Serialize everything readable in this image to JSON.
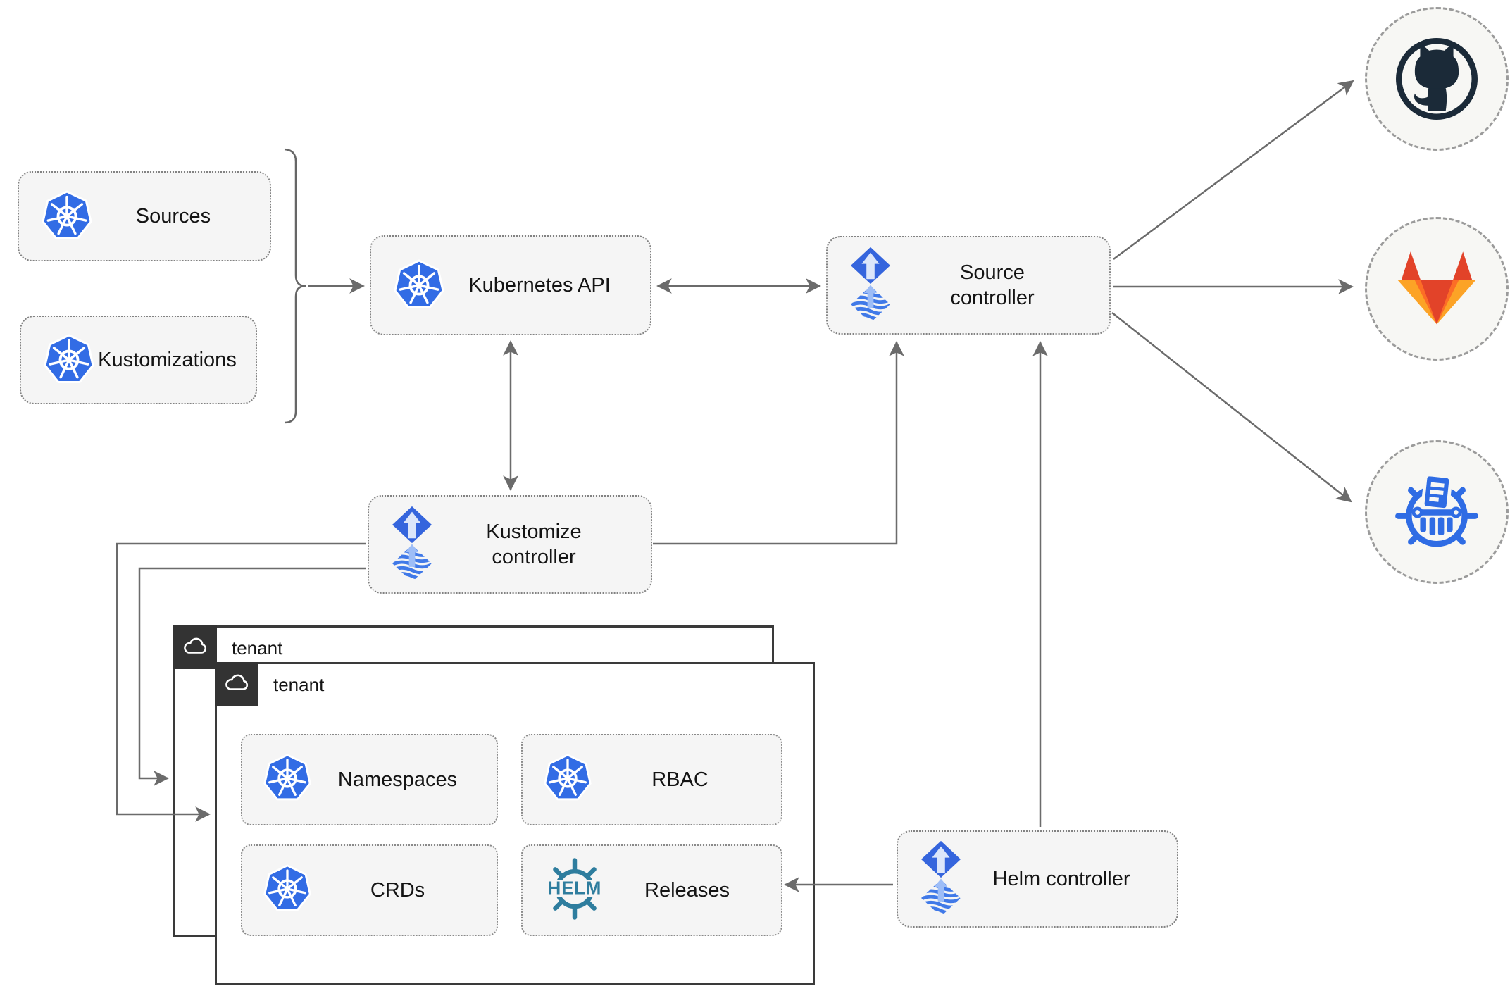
{
  "nodes": {
    "sources": {
      "label": "Sources",
      "icon": "kubernetes-icon"
    },
    "kustomizations": {
      "label": "Kustomizations",
      "icon": "kubernetes-icon"
    },
    "kubernetes_api": {
      "label": "Kubernetes API",
      "icon": "kubernetes-icon"
    },
    "source_controller": {
      "label": "Source controller",
      "icon": "flux-icon"
    },
    "kustomize_controller": {
      "label": "Kustomize controller",
      "icon": "flux-icon"
    },
    "helm_controller": {
      "label": "Helm controller",
      "icon": "flux-icon"
    },
    "tenant_back": {
      "label": "tenant",
      "icon": "cloud-icon"
    },
    "tenant_front": {
      "label": "tenant",
      "icon": "cloud-icon"
    },
    "namespaces": {
      "label": "Namespaces",
      "icon": "kubernetes-icon"
    },
    "rbac": {
      "label": "RBAC",
      "icon": "kubernetes-icon"
    },
    "crds": {
      "label": "CRDs",
      "icon": "kubernetes-icon"
    },
    "releases": {
      "label": "Releases",
      "icon": "helm-icon",
      "logo_text": "HELM"
    }
  },
  "targets": [
    {
      "icon": "github-icon"
    },
    {
      "icon": "gitlab-icon"
    },
    {
      "icon": "helm-repository-icon"
    }
  ],
  "colors": {
    "kubernetes_blue": "#326CE5",
    "flux_blue": "#3565DD",
    "flux_light_arrow": "#9DBDF7",
    "helm_teal": "#2E7D9E",
    "github_dark": "#1B2A38",
    "gitlab_red": "#E24329",
    "gitlab_orange": "#FC6D26",
    "gitlab_light_orange": "#FCA326",
    "helm_repository_blue": "#2F6CE4",
    "arrow_gray": "#6B6B6B",
    "tenant_border": "#3A3A3A",
    "tenant_badge": "#333333",
    "node_fill": "#F5F5F5"
  }
}
